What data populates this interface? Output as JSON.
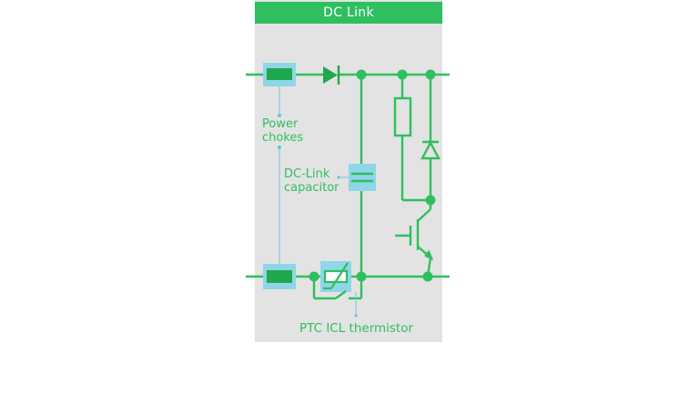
{
  "diagram": {
    "title": "DC Link",
    "labels": {
      "power_chokes": [
        "Power",
        "chokes"
      ],
      "dc_link_capacitor": [
        "DC-Link",
        "capacitor"
      ],
      "ptc_icl_thermistor": "PTC ICL thermistor"
    },
    "colors": {
      "wire": "#2fbf5f",
      "highlight": "#8fd6e8",
      "component_fill": "#1fa84c",
      "panel_bg": "#e3e3e3",
      "header_bg": "#2fbf5f",
      "header_text": "#ffffff",
      "annotation_line": "#6cc7d8"
    },
    "components": [
      "power-choke-top",
      "power-choke-bottom",
      "diode",
      "dc-link-capacitor",
      "resistor",
      "freewheel-diode",
      "igbt",
      "ptc-thermistor",
      "bypass-relay"
    ]
  }
}
